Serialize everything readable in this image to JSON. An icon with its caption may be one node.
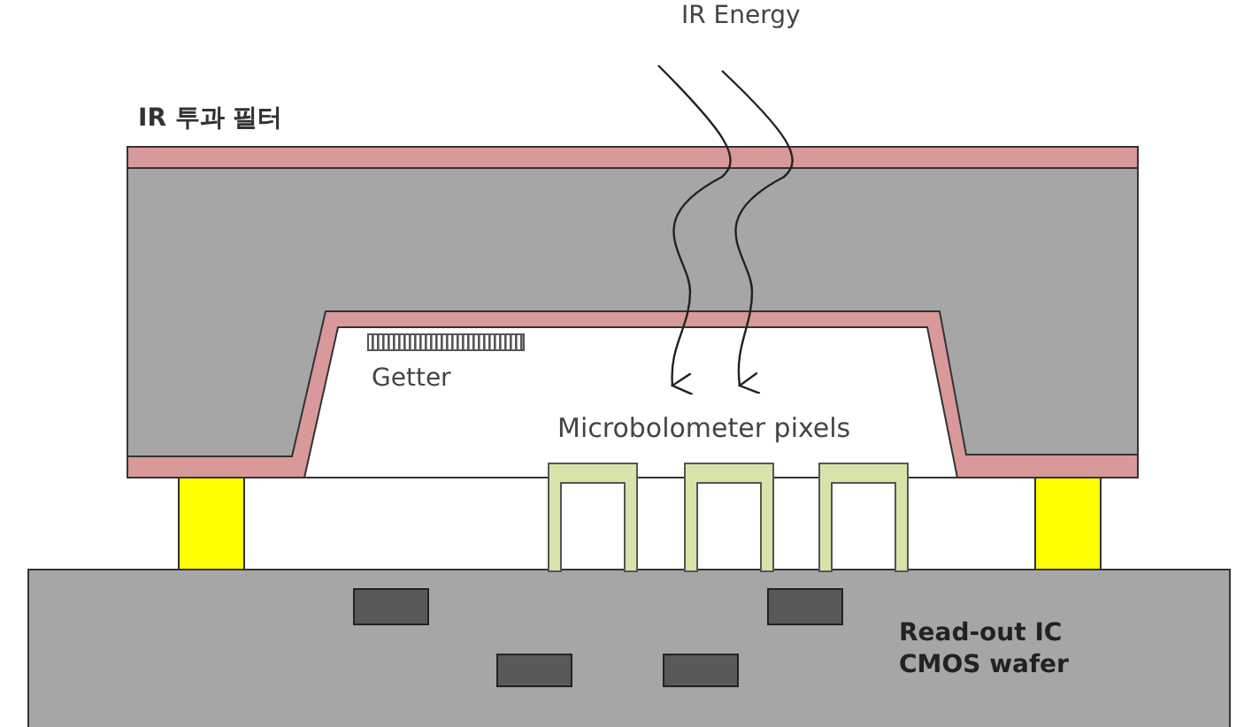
{
  "diagram": {
    "labels": [
      "IR Energy",
      "IR 투과 필터",
      "Getter",
      "Microbolometer pixels",
      "Read-out IC CMOS wafer"
    ]
  }
}
